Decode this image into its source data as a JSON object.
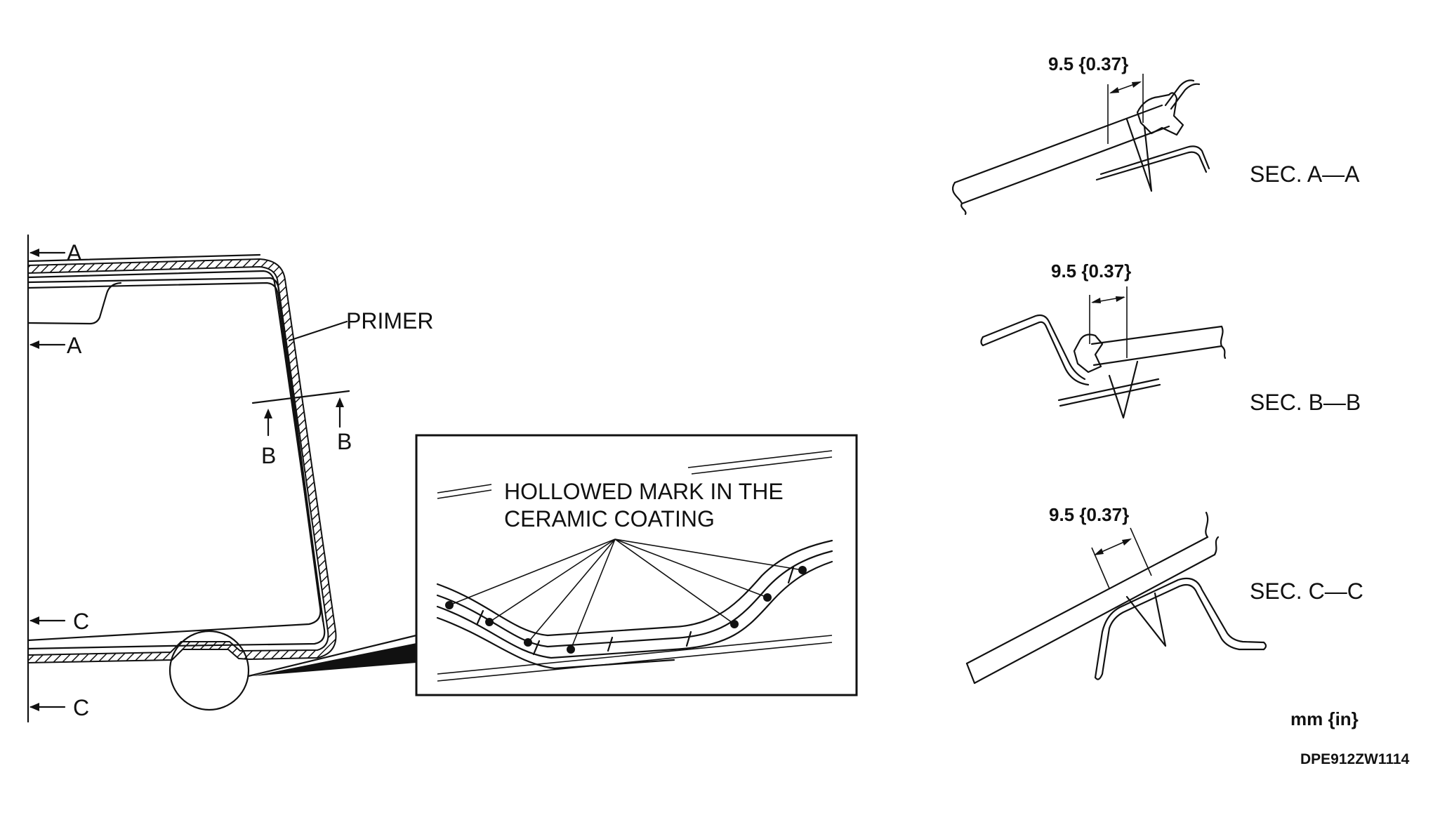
{
  "labels": {
    "primer": "PRIMER",
    "sec_a": "SEC. A—A",
    "sec_b": "SEC. B—B",
    "sec_c": "SEC. C—C",
    "hollowed_line1": "HOLLOWED MARK IN THE",
    "hollowed_line2": "CERAMIC COATING",
    "units": "mm {in}",
    "figure_code": "DPE912ZW1114"
  },
  "section_markers": {
    "a": "A",
    "b": "B",
    "c": "C"
  },
  "dimensions": {
    "sec_a": "9.5 {0.37}",
    "sec_b": "9.5 {0.37}",
    "sec_c": "9.5 {0.37}"
  }
}
